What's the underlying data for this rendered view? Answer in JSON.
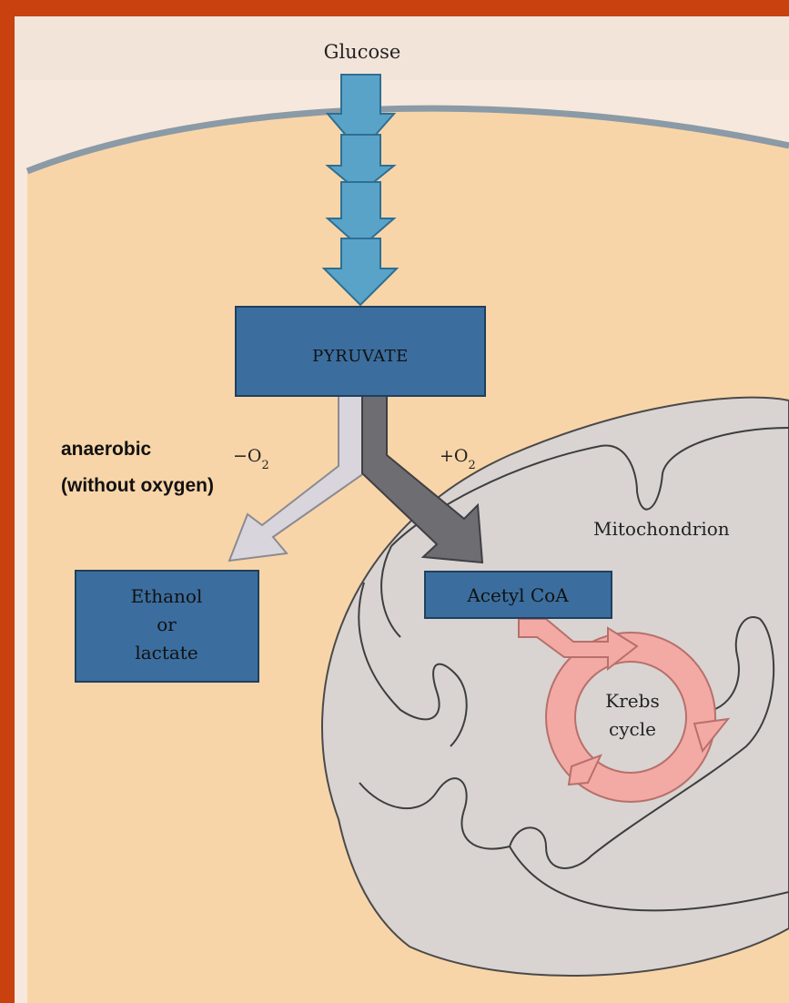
{
  "labels": {
    "glucose": "Glucose",
    "pyruvate": "PYRUVATE",
    "anaerobic_line1": "anaerobic",
    "anaerobic_line2": "(without oxygen)",
    "minus_o2": "−O",
    "minus_o2_sub": "2",
    "plus_o2": "+O",
    "plus_o2_sub": "2",
    "mitochondrion": "Mitochondrion",
    "ethanol_line1": "Ethanol",
    "ethanol_line2": "or",
    "ethanol_line3": "lactate",
    "acetyl_coa": "Acetyl CoA",
    "krebs_line1": "Krebs",
    "krebs_line2": "cycle"
  },
  "colors": {
    "border": "#c8410e",
    "background": "#f6e8dc",
    "cytoplasm": "#f8d5a8",
    "membrane": "#8a9aa6",
    "glucose_arrow": "#5aa3c8",
    "box_fill": "#3b6e9e",
    "anaerobic_arrow": "#d8d6dc",
    "aerobic_arrow": "#6d6d72",
    "mitochondrion_fill": "#d9d4d2",
    "krebs": "#f3a9a4"
  }
}
